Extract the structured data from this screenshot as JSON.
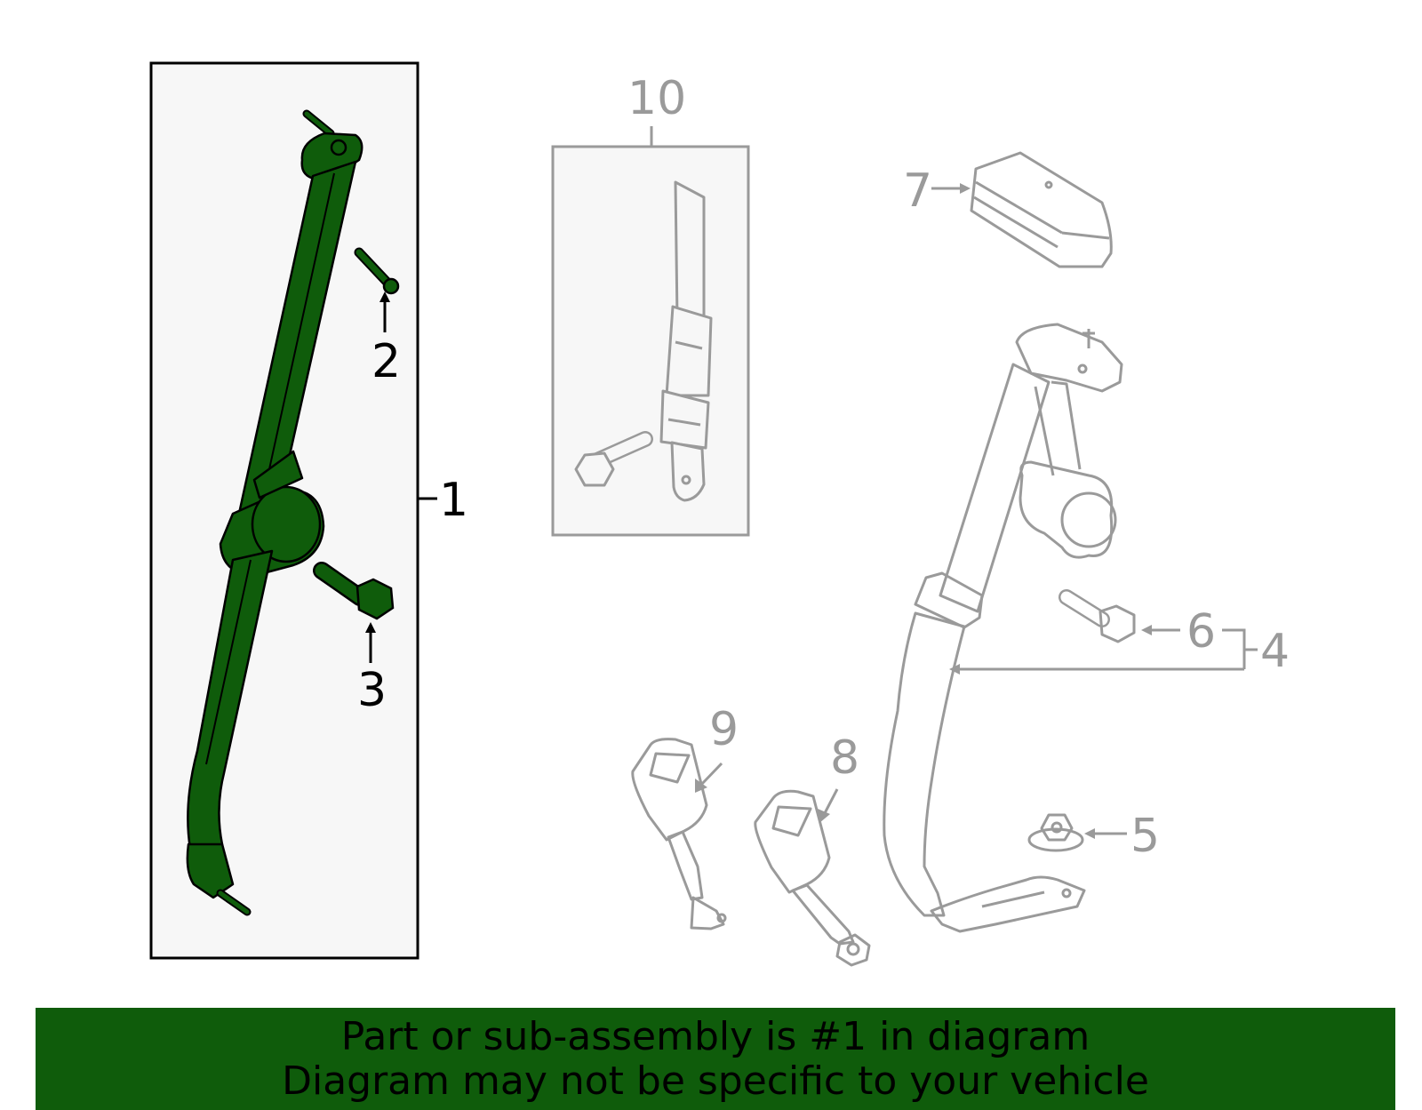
{
  "callouts": {
    "c1": "1",
    "c2": "2",
    "c3": "3",
    "c4": "4",
    "c5": "5",
    "c6": "6",
    "c7": "7",
    "c8": "8",
    "c9": "9",
    "c10": "10"
  },
  "banner": {
    "line1": "Part or sub-assembly is #1 in diagram",
    "line2": "Diagram may not be specific to your vehicle"
  },
  "colors": {
    "highlight": "#0f5c0b",
    "outline_grey": "#9a9a9a",
    "panel_fill": "#f7f7f7",
    "banner": "#0f5c0b"
  },
  "icons": [
    "seat-belt-assembly-icon",
    "bolt-icon",
    "buckle-icon",
    "nut-icon",
    "retractor-cover-icon",
    "guide-icon"
  ]
}
